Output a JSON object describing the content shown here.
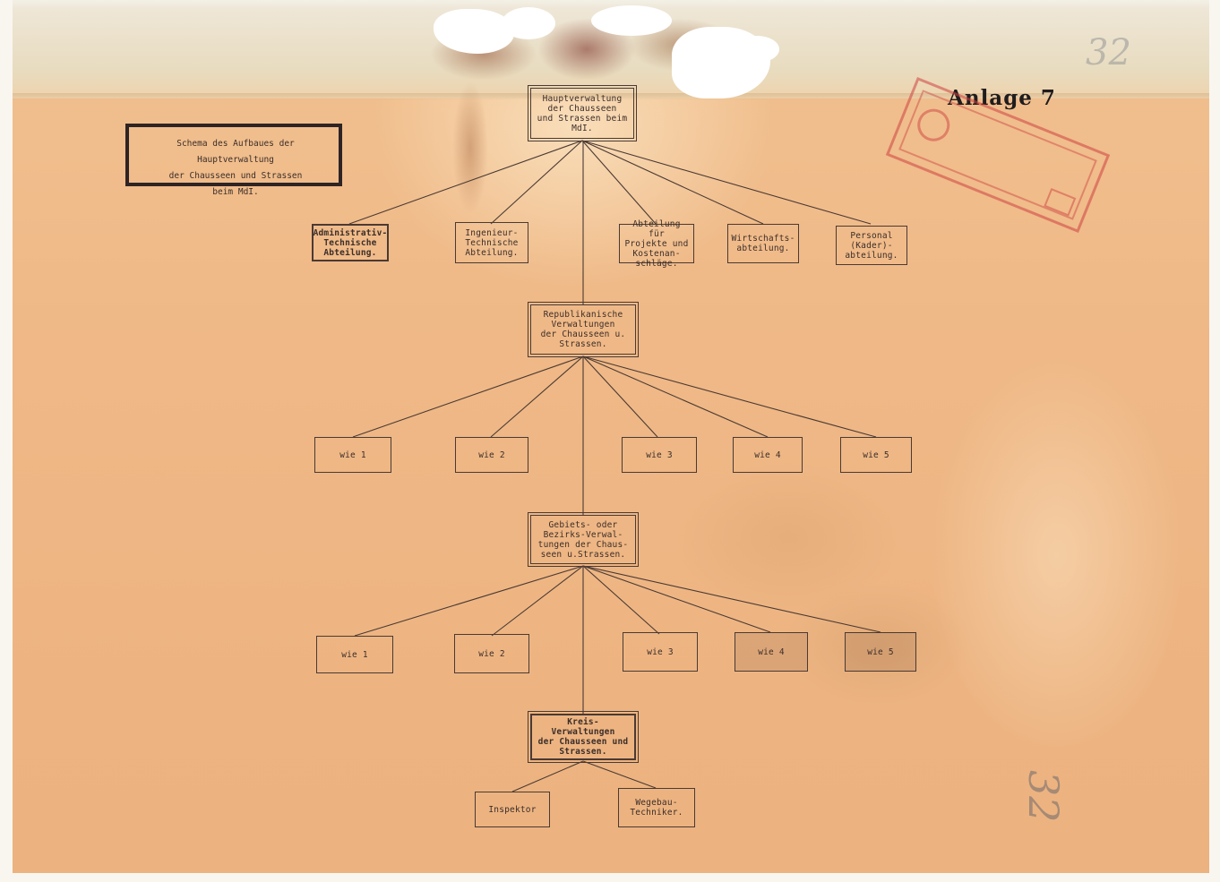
{
  "annex_label": "Anlage 7",
  "page_number_top": "32",
  "page_number_side": "32",
  "title_box": {
    "text": "Schema des Aufbaues der Hauptverwaltung\nder Chausseen und Strassen\nbeim MdI."
  },
  "top_node": {
    "text": "Hauptverwaltung\nder Chausseen\nund Strassen beim\nMdI."
  },
  "departments": [
    {
      "text": "Administrativ-\nTechnische\nAbteilung."
    },
    {
      "text": "Ingenieur-\nTechnische\nAbteilung."
    },
    {
      "text": "Abteilung für\nProjekte und\nKostenan-\nschläge."
    },
    {
      "text": "Wirtschafts-\nabteilung."
    },
    {
      "text": "Personal\n(Kader)-\nabteilung."
    }
  ],
  "republic_node": {
    "text": "Republikanische\nVerwaltungen\nder Chausseen u.\nStrassen."
  },
  "republic_children": [
    {
      "text": "wie 1"
    },
    {
      "text": "wie 2"
    },
    {
      "text": "wie 3"
    },
    {
      "text": "wie 4"
    },
    {
      "text": "wie 5"
    }
  ],
  "district_node": {
    "text": "Gebiets- oder\nBezirks-Verwal-\ntungen der Chaus-\nseen u.Strassen."
  },
  "district_children": [
    {
      "text": "wie 1"
    },
    {
      "text": "wie 2"
    },
    {
      "text": "wie 3"
    },
    {
      "text": "wie 4"
    },
    {
      "text": "wie 5"
    }
  ],
  "county_node": {
    "text": "Kreis-Verwaltungen\nder Chausseen und\nStrassen."
  },
  "county_children": [
    {
      "text": "Inspektor"
    },
    {
      "text": "Wegebau-\nTechniker."
    }
  ]
}
